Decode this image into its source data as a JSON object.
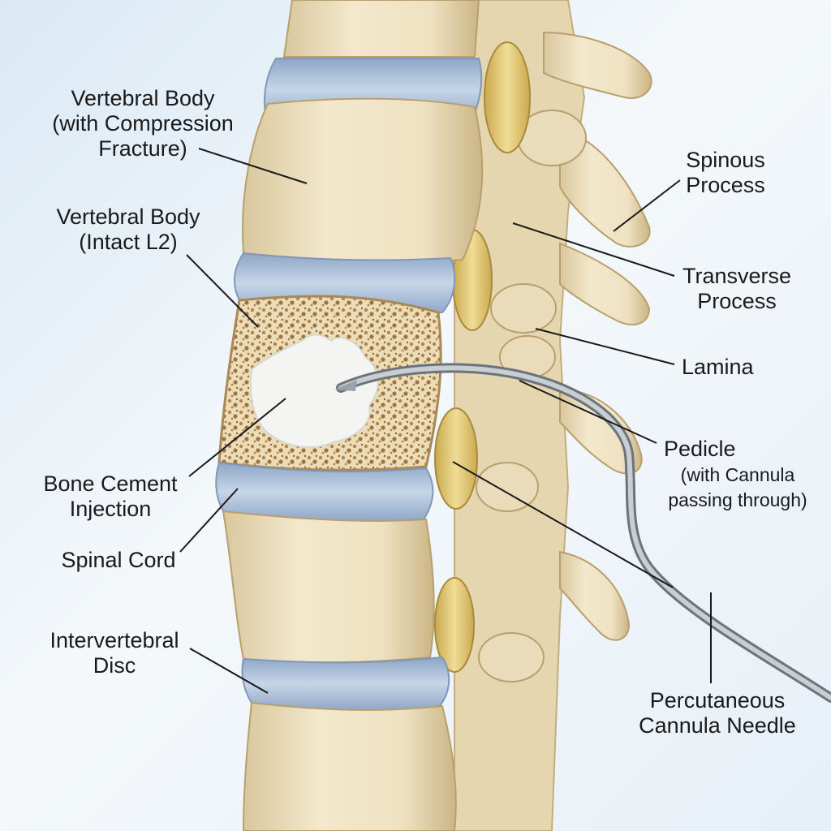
{
  "diagram": {
    "labels": {
      "vertebral_body_fracture": [
        "Vertebral Body",
        "(with Compression",
        "Fracture)"
      ],
      "vertebral_body_intact": [
        "Vertebral Body",
        "(Intact L2)"
      ],
      "bone_cement": [
        "Bone Cement",
        "Injection"
      ],
      "spinal_cord": [
        "Spinal Cord"
      ],
      "intervertebral_disc": [
        "Intervertebral",
        "Disc"
      ],
      "spinous_process": [
        "Spinous",
        "Process"
      ],
      "transverse_process": [
        "Transverse",
        "Process"
      ],
      "lamina": [
        "Lamina"
      ],
      "pedicle": [
        "Pedicle"
      ],
      "pedicle_note": [
        "(with Cannula",
        "passing through)"
      ],
      "cannula_needle": [
        "Percutaneous",
        "Cannula Needle"
      ]
    },
    "colors": {
      "bone": "#efe3c4",
      "bone_shadow": "#cdb88c",
      "disc": "#b7c9df",
      "cord": "#e2c87a",
      "cancellous": "#b08650",
      "cement": "#f4f4f2",
      "needle": "#9aa2ab",
      "leader": "#1a1a1a"
    }
  }
}
